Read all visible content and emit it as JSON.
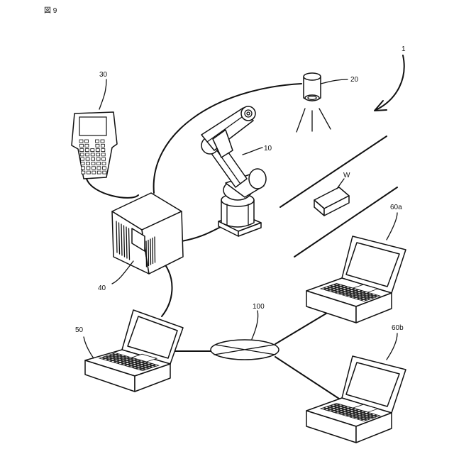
{
  "figure_label": "図 9",
  "labels": {
    "system": "1",
    "robot": "10",
    "camera": "20",
    "teach_pendant": "30",
    "controller": "40",
    "pc": "50",
    "pc_a": "60a",
    "pc_b": "60b",
    "network": "100",
    "workpiece": "W"
  }
}
